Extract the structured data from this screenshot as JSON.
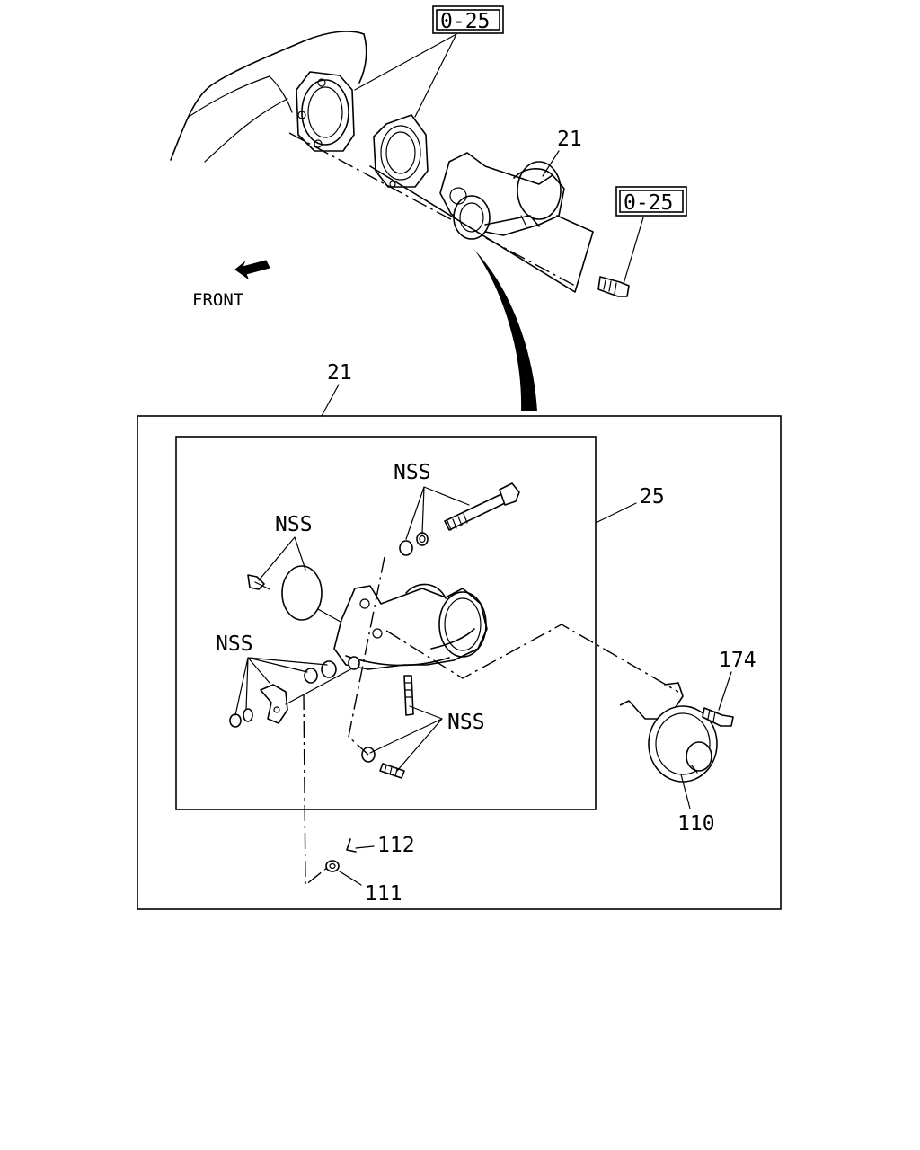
{
  "labels": {
    "ref_top": "0-25",
    "ref_bolt": "0-25",
    "front": "FRONT",
    "part_21_top": "21",
    "part_21_box": "21",
    "part_25": "25",
    "nss_top": "NSS",
    "nss_left_upper": "NSS",
    "nss_left_lower": "NSS",
    "nss_right": "NSS",
    "part_174": "174",
    "part_110": "110",
    "part_112": "112",
    "part_111": "111"
  }
}
